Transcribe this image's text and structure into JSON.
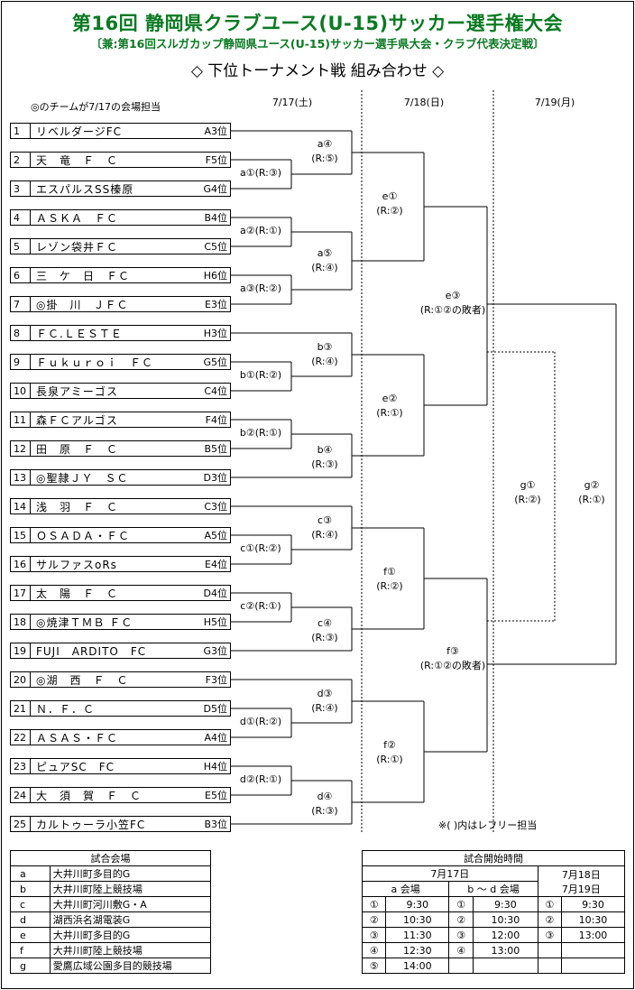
{
  "header": {
    "title": "第16回 静岡県クラブユース(U-15)サッカー選手権大会",
    "subtitle": "〔兼:第16回スルガカップ静岡県ユース(U-15)サッカー選手県大会・クラブ代表決定戦〕",
    "section": "◇ 下位トーナメント戦 組み合わせ ◇"
  },
  "note_host": "◎のチームが7/17の会場担当",
  "note_referee": "※( )内はレフリー担当",
  "dates": [
    "7/17(土)",
    "7/18(日)",
    "7/19(月)"
  ],
  "teams": [
    {
      "no": "1",
      "name": "リベルダージFC",
      "rank": "A3位"
    },
    {
      "no": "2",
      "name": "天　竜　Ｆ　Ｃ",
      "rank": "F5位"
    },
    {
      "no": "3",
      "name": "エスパルスSS榛原",
      "rank": "G4位"
    },
    {
      "no": "4",
      "name": "ＡＳＫＡ　ＦＣ",
      "rank": "B4位"
    },
    {
      "no": "5",
      "name": "レゾン袋井ＦＣ",
      "rank": "C5位"
    },
    {
      "no": "6",
      "name": "三　ケ　日　ＦＣ",
      "rank": "H6位"
    },
    {
      "no": "7",
      "name": "◎掛　川　ＪＦＣ",
      "rank": "E3位"
    },
    {
      "no": "8",
      "name": "ＦＣ.ＬＥＳＴＥ",
      "rank": "H3位"
    },
    {
      "no": "9",
      "name": "Ｆｕｋｕｒｏｉ　ＦＣ",
      "rank": "G5位"
    },
    {
      "no": "10",
      "name": "長泉アミーゴス",
      "rank": "C4位"
    },
    {
      "no": "11",
      "name": "森ＦＣアルゴス",
      "rank": "F4位"
    },
    {
      "no": "12",
      "name": "田　原　Ｆ　Ｃ",
      "rank": "B5位"
    },
    {
      "no": "13",
      "name": "◎聖隷ＪＹ　ＳＣ",
      "rank": "D3位"
    },
    {
      "no": "14",
      "name": "浅　羽　Ｆ　Ｃ",
      "rank": "C3位"
    },
    {
      "no": "15",
      "name": "ＯＳＡＤＡ・ＦＣ",
      "rank": "A5位"
    },
    {
      "no": "16",
      "name": "サルファスoRs",
      "rank": "E4位"
    },
    {
      "no": "17",
      "name": "太　陽　Ｆ　Ｃ",
      "rank": "D4位"
    },
    {
      "no": "18",
      "name": "◎焼津ＴＭＢ ＦＣ",
      "rank": "H5位"
    },
    {
      "no": "19",
      "name": "FUJI　ARDITO　FC",
      "rank": "G3位"
    },
    {
      "no": "20",
      "name": "◎湖　西　Ｆ　Ｃ",
      "rank": "F3位"
    },
    {
      "no": "21",
      "name": "Ｎ．Ｆ．Ｃ",
      "rank": "D5位"
    },
    {
      "no": "22",
      "name": "ＡＳＡＳ・ＦＣ",
      "rank": "A4位"
    },
    {
      "no": "23",
      "name": "ピュアSC　FC",
      "rank": "H4位"
    },
    {
      "no": "24",
      "name": "大　須　賀　Ｆ　Ｃ",
      "rank": "E5位"
    },
    {
      "no": "25",
      "name": "カルトゥーラ小笠FC",
      "rank": "B3位"
    }
  ],
  "matches": [
    {
      "code": "a①",
      "ref": "(R:③)"
    },
    {
      "code": "a②",
      "ref": "(R:①)"
    },
    {
      "code": "a③",
      "ref": "(R:②)"
    },
    {
      "code": "a④",
      "ref": "(R:⑤)"
    },
    {
      "code": "a⑤",
      "ref": "(R:④)"
    },
    {
      "code": "b①",
      "ref": "(R:②)"
    },
    {
      "code": "b②",
      "ref": "(R:①)"
    },
    {
      "code": "b③",
      "ref": "(R:④)"
    },
    {
      "code": "b④",
      "ref": "(R:③)"
    },
    {
      "code": "c①",
      "ref": "(R:②)"
    },
    {
      "code": "c②",
      "ref": "(R:①)"
    },
    {
      "code": "c③",
      "ref": "(R:④)"
    },
    {
      "code": "c④",
      "ref": "(R:③)"
    },
    {
      "code": "d①",
      "ref": "(R:②)"
    },
    {
      "code": "d②",
      "ref": "(R:①)"
    },
    {
      "code": "d③",
      "ref": "(R:④)"
    },
    {
      "code": "d④",
      "ref": "(R:③)"
    },
    {
      "code": "e①",
      "ref": "(R:②)"
    },
    {
      "code": "e②",
      "ref": "(R:①)"
    },
    {
      "code": "f①",
      "ref": "(R:②)"
    },
    {
      "code": "f②",
      "ref": "(R:①)"
    },
    {
      "code": "e③",
      "ref": "(R:①②の敗者)"
    },
    {
      "code": "f③",
      "ref": "(R:①②の敗者)"
    },
    {
      "code": "g①",
      "ref": "(R:②)"
    },
    {
      "code": "g②",
      "ref": "(R:①)"
    }
  ],
  "venues": {
    "header": "試合会場",
    "rows": [
      {
        "key": "a",
        "name": "大井川町多目的G"
      },
      {
        "key": "b",
        "name": "大井川町陸上競技場"
      },
      {
        "key": "c",
        "name": "大井川町河川敷G・A"
      },
      {
        "key": "d",
        "name": "湖西浜名湖電装G"
      },
      {
        "key": "e",
        "name": "大井川町多目的G"
      },
      {
        "key": "f",
        "name": "大井川町陸上競技場"
      },
      {
        "key": "g",
        "name": "愛鷹広域公園多目的競技場"
      }
    ]
  },
  "times": {
    "header": "試合開始時間",
    "day1": "7月17日",
    "day2": "7月18日",
    "day3": "7月19日",
    "col_a": "a 会場",
    "col_bd": "b ～ d 会場",
    "rows": [
      [
        "①",
        "9:30",
        "①",
        "9:30",
        "①",
        "9:30"
      ],
      [
        "②",
        "10:30",
        "②",
        "10:30",
        "②",
        "10:30"
      ],
      [
        "③",
        "11:30",
        "③",
        "12:00",
        "③",
        "13:00"
      ],
      [
        "④",
        "12:30",
        "④",
        "13:00",
        "",
        ""
      ],
      [
        "⑤",
        "14:00",
        "",
        "",
        "",
        ""
      ]
    ]
  }
}
